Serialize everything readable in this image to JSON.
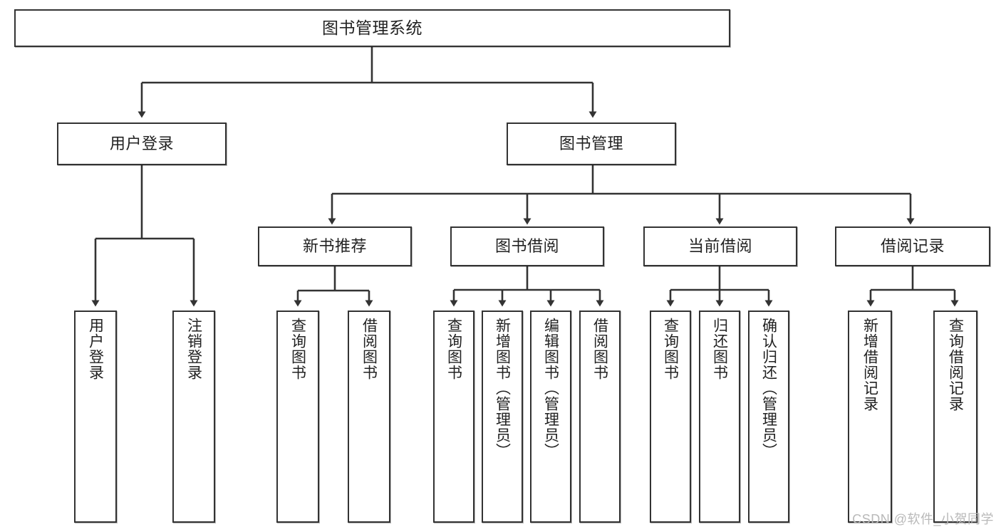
{
  "diagram": {
    "title": "图书管理系统",
    "watermark": "CSDN @软件_小贺同学",
    "stroke_color": "#333333",
    "box_fill": "#ffffff",
    "text_color": "#222222",
    "type": "tree-hierarchy-diagram",
    "levels": 4
  },
  "nodes": {
    "root": {
      "label": "图书管理系统"
    },
    "level2": [
      {
        "label": "用户登录"
      },
      {
        "label": "图书管理"
      }
    ],
    "level3": [
      {
        "label": "新书推荐"
      },
      {
        "label": "图书借阅"
      },
      {
        "label": "当前借阅"
      },
      {
        "label": "借阅记录"
      }
    ],
    "leaves": {
      "user_login": [
        {
          "label": "用户登录"
        },
        {
          "label": "注销登录"
        }
      ],
      "new_book_recommend": [
        {
          "label": "查询图书"
        },
        {
          "label": "借阅图书"
        }
      ],
      "book_borrow": [
        {
          "label": "查询图书"
        },
        {
          "label": "新增图书（管理员）"
        },
        {
          "label": "编辑图书（管理员）"
        },
        {
          "label": "借阅图书"
        }
      ],
      "current_borrow": [
        {
          "label": "查询图书"
        },
        {
          "label": "归还图书"
        },
        {
          "label": "确认归还（管理员）"
        }
      ],
      "borrow_record": [
        {
          "label": "新增借阅记录"
        },
        {
          "label": "查询借阅记录"
        }
      ]
    }
  }
}
